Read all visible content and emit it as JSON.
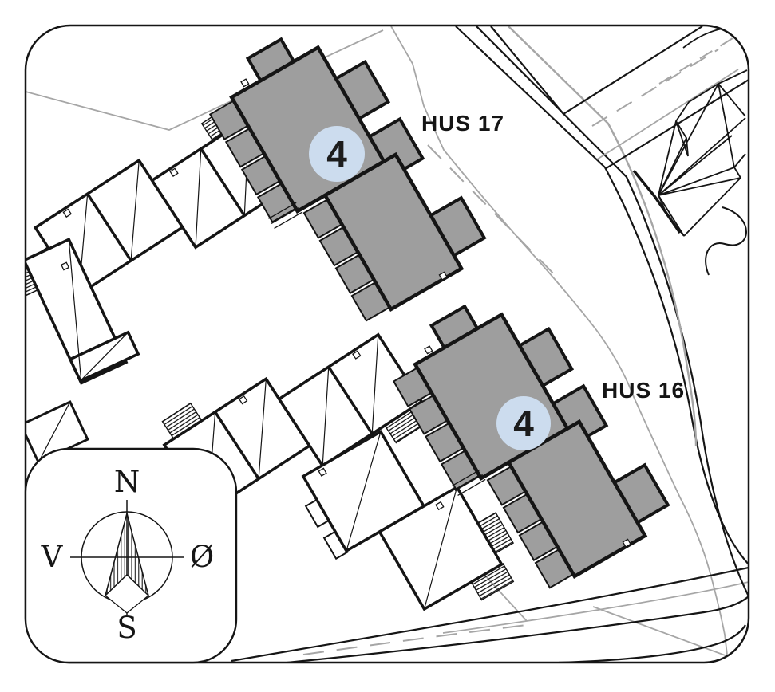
{
  "plan": {
    "building_labels": [
      {
        "id": "hus17",
        "label": "HUS 17"
      },
      {
        "id": "hus16",
        "label": "HUS 16"
      }
    ],
    "unit_badges": [
      {
        "building": "hus17",
        "count": "4"
      },
      {
        "building": "hus16",
        "count": "4"
      }
    ],
    "compass": {
      "north": "N",
      "east": "Ø",
      "south": "S",
      "west": "V"
    },
    "colors": {
      "highlight_building": "#9e9e9e",
      "badge_fill": "#ccdcee",
      "outline": "#151515",
      "context_line": "#a6a6a6",
      "background": "#ffffff"
    }
  }
}
